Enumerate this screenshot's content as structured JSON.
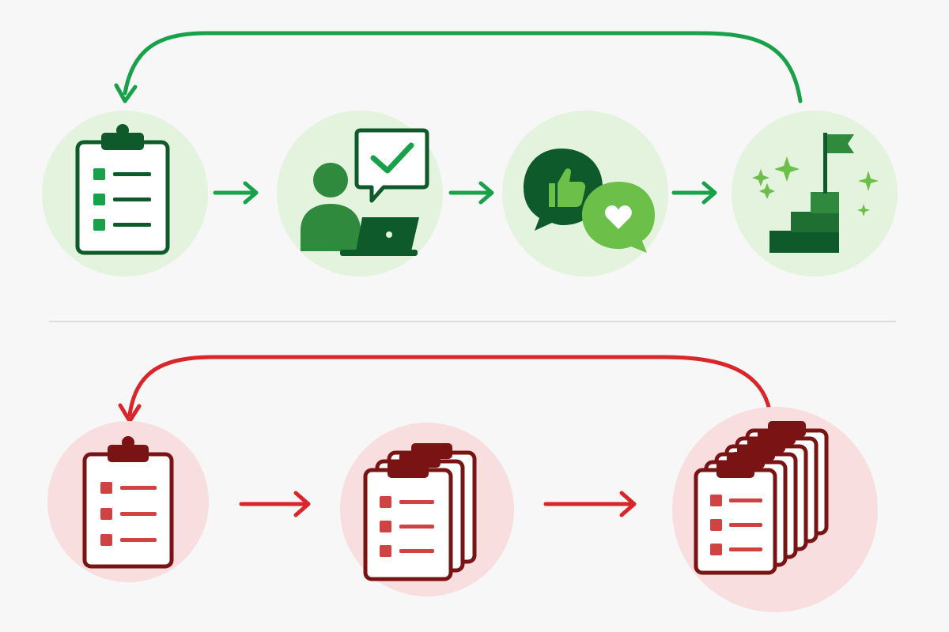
{
  "colors": {
    "background": "#f7f7f7",
    "green_dark": "#0e5a2a",
    "green_mid": "#2f8a3e",
    "green_bright": "#19a14a",
    "green_light": "#6cc04a",
    "green_circle": "#e3f3de",
    "red_dark": "#7a1414",
    "red_mid": "#d14343",
    "red_bright": "#d9262a",
    "red_circle": "#f8dede",
    "divider": "#dcdcdc"
  },
  "top_flow": {
    "theme": "green",
    "steps": [
      {
        "icon": "clipboard-checklist-icon"
      },
      {
        "icon": "person-laptop-approval-icon"
      },
      {
        "icon": "feedback-bubbles-icon"
      },
      {
        "icon": "stairs-goal-flag-icon"
      }
    ],
    "connectors": [
      "arrow-right-icon",
      "arrow-right-icon",
      "arrow-right-icon"
    ],
    "loop": "loop-back-arrow"
  },
  "bottom_flow": {
    "theme": "red",
    "steps": [
      {
        "icon": "clipboard-checklist-icon",
        "stack_count": 1
      },
      {
        "icon": "clipboard-stack-icon",
        "stack_count": 3
      },
      {
        "icon": "clipboard-pile-icon",
        "stack_count": 6
      }
    ],
    "connectors": [
      "arrow-right-icon",
      "arrow-right-icon"
    ],
    "loop": "loop-back-arrow"
  }
}
